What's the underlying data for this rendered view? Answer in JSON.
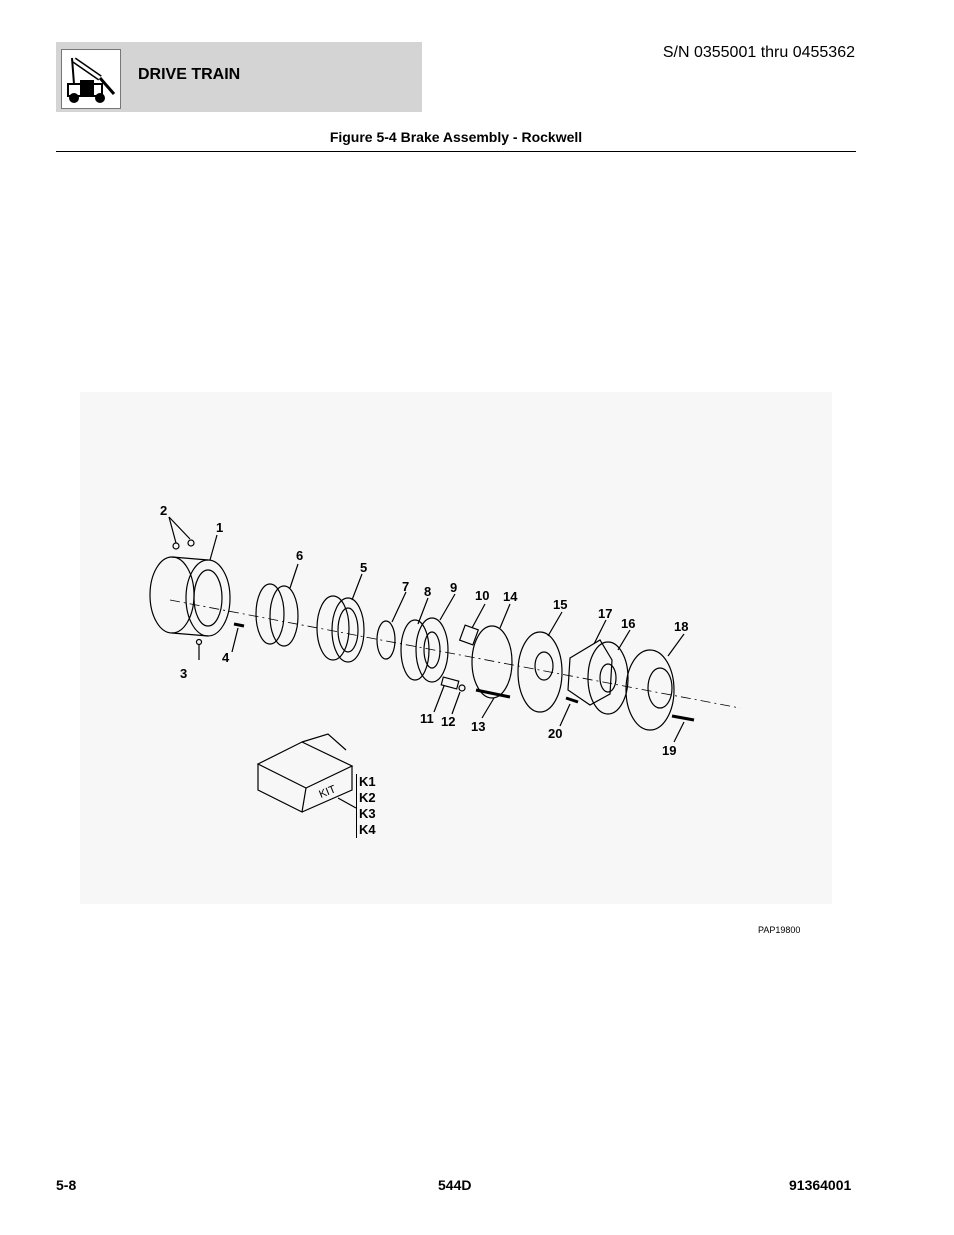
{
  "header": {
    "section_title": "DRIVE TRAIN",
    "serial_range": "S/N 0355001 thru 0455362",
    "icon": "telehandler-icon"
  },
  "figure": {
    "title": "Figure 5-4 Brake Assembly - Rockwell",
    "drawing_id": "PAP19800",
    "callouts": [
      "1",
      "2",
      "3",
      "4",
      "5",
      "6",
      "7",
      "8",
      "9",
      "10",
      "11",
      "12",
      "13",
      "14",
      "15",
      "16",
      "17",
      "18",
      "19",
      "20"
    ],
    "kit": {
      "box_label": "KIT",
      "codes": [
        "K1",
        "K2",
        "K3",
        "K4"
      ]
    }
  },
  "footer": {
    "page_number": "5-8",
    "model": "544D",
    "document_number": "91364001"
  }
}
